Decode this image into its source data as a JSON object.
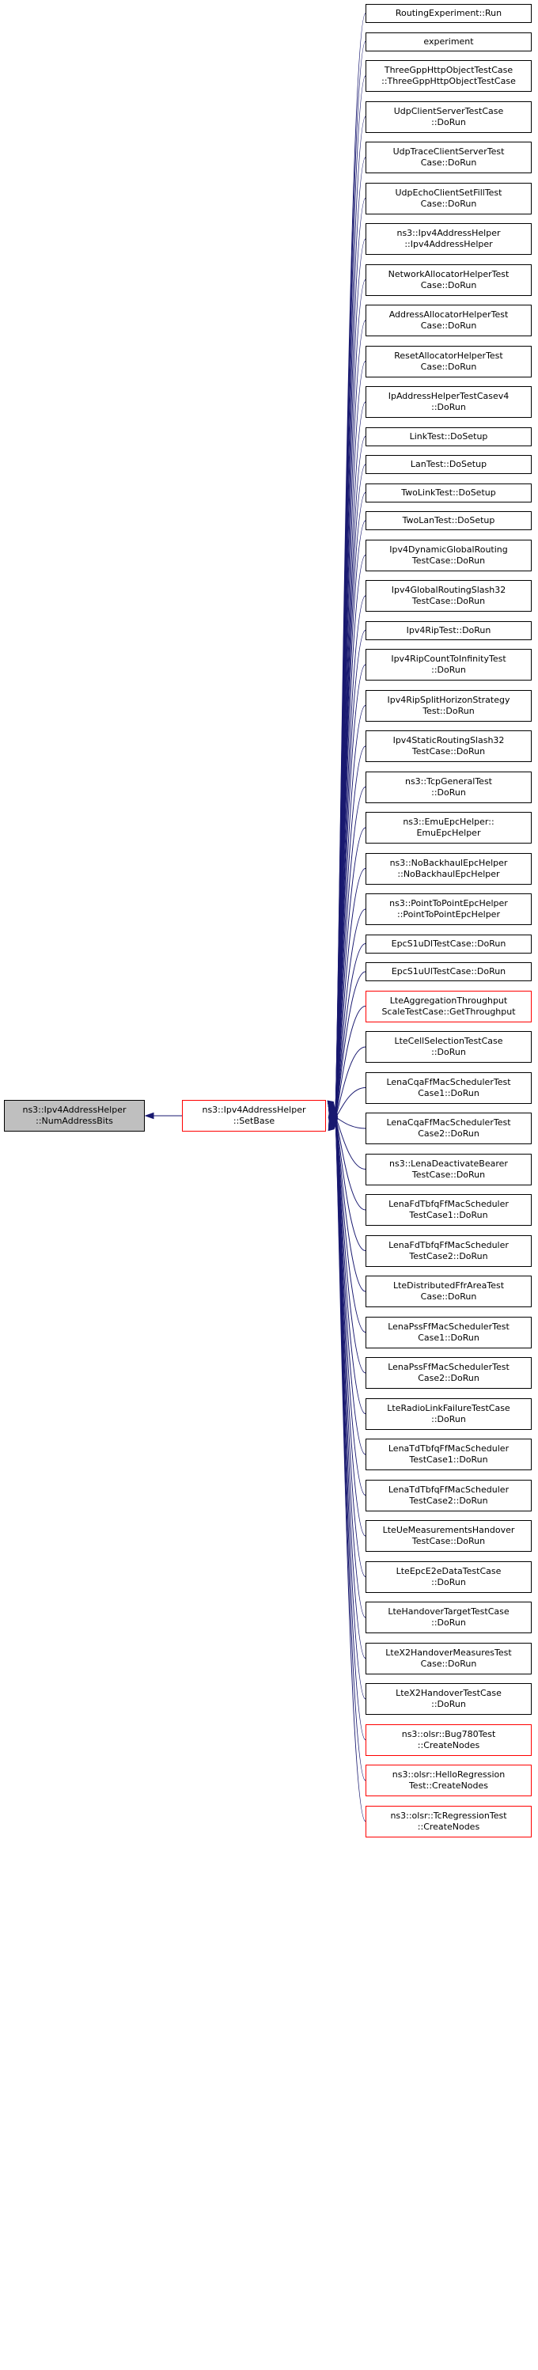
{
  "root_node": {
    "label": "ns3::Ipv4AddressHelper\n::NumAddressBits",
    "fill": "#bfbfbf",
    "border": "#000000"
  },
  "base_node": {
    "label": "ns3::Ipv4AddressHelper\n::SetBase",
    "border": "#ff0000"
  },
  "edge_color": "#191970",
  "callers": [
    {
      "label": "RoutingExperiment::Run"
    },
    {
      "label": "experiment"
    },
    {
      "label": "ThreeGppHttpObjectTestCase\n::ThreeGppHttpObjectTestCase"
    },
    {
      "label": "UdpClientServerTestCase\n::DoRun"
    },
    {
      "label": "UdpTraceClientServerTest\nCase::DoRun"
    },
    {
      "label": "UdpEchoClientSetFillTest\nCase::DoRun"
    },
    {
      "label": "ns3::Ipv4AddressHelper\n::Ipv4AddressHelper"
    },
    {
      "label": "NetworkAllocatorHelperTest\nCase::DoRun"
    },
    {
      "label": "AddressAllocatorHelperTest\nCase::DoRun"
    },
    {
      "label": "ResetAllocatorHelperTest\nCase::DoRun"
    },
    {
      "label": "IpAddressHelperTestCasev4\n::DoRun"
    },
    {
      "label": "LinkTest::DoSetup"
    },
    {
      "label": "LanTest::DoSetup"
    },
    {
      "label": "TwoLinkTest::DoSetup"
    },
    {
      "label": "TwoLanTest::DoSetup"
    },
    {
      "label": "Ipv4DynamicGlobalRouting\nTestCase::DoRun"
    },
    {
      "label": "Ipv4GlobalRoutingSlash32\nTestCase::DoRun"
    },
    {
      "label": "Ipv4RipTest::DoRun"
    },
    {
      "label": "Ipv4RipCountToInfinityTest\n::DoRun"
    },
    {
      "label": "Ipv4RipSplitHorizonStrategy\nTest::DoRun"
    },
    {
      "label": "Ipv4StaticRoutingSlash32\nTestCase::DoRun"
    },
    {
      "label": "ns3::TcpGeneralTest\n::DoRun"
    },
    {
      "label": "ns3::EmuEpcHelper::\nEmuEpcHelper"
    },
    {
      "label": "ns3::NoBackhaulEpcHelper\n::NoBackhaulEpcHelper"
    },
    {
      "label": "ns3::PointToPointEpcHelper\n::PointToPointEpcHelper"
    },
    {
      "label": "EpcS1uDlTestCase::DoRun"
    },
    {
      "label": "EpcS1uUlTestCase::DoRun"
    },
    {
      "label": "LteAggregationThroughput\nScaleTestCase::GetThroughput",
      "red": true
    },
    {
      "label": "LteCellSelectionTestCase\n::DoRun"
    },
    {
      "label": "LenaCqaFfMacSchedulerTest\nCase1::DoRun"
    },
    {
      "label": "LenaCqaFfMacSchedulerTest\nCase2::DoRun"
    },
    {
      "label": "ns3::LenaDeactivateBearer\nTestCase::DoRun"
    },
    {
      "label": "LenaFdTbfqFfMacScheduler\nTestCase1::DoRun"
    },
    {
      "label": "LenaFdTbfqFfMacScheduler\nTestCase2::DoRun"
    },
    {
      "label": "LteDistributedFfrAreaTest\nCase::DoRun"
    },
    {
      "label": "LenaPssFfMacSchedulerTest\nCase1::DoRun"
    },
    {
      "label": "LenaPssFfMacSchedulerTest\nCase2::DoRun"
    },
    {
      "label": "LteRadioLinkFailureTestCase\n::DoRun"
    },
    {
      "label": "LenaTdTbfqFfMacScheduler\nTestCase1::DoRun"
    },
    {
      "label": "LenaTdTbfqFfMacScheduler\nTestCase2::DoRun"
    },
    {
      "label": "LteUeMeasurementsHandover\nTestCase::DoRun"
    },
    {
      "label": "LteEpcE2eDataTestCase\n::DoRun"
    },
    {
      "label": "LteHandoverTargetTestCase\n::DoRun"
    },
    {
      "label": "LteX2HandoverMeasuresTest\nCase::DoRun"
    },
    {
      "label": "LteX2HandoverTestCase\n::DoRun"
    },
    {
      "label": "ns3::olsr::Bug780Test\n::CreateNodes",
      "red": true
    },
    {
      "label": "ns3::olsr::HelloRegression\nTest::CreateNodes",
      "red": true
    },
    {
      "label": "ns3::olsr::TcRegressionTest\n::CreateNodes",
      "red": true
    }
  ]
}
